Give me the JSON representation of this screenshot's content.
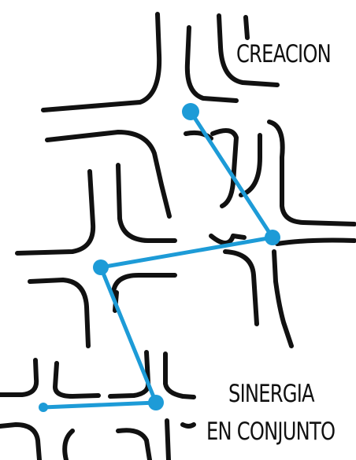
{
  "labels": {
    "top": "CREACION",
    "bottom_line1": "SINERGIA",
    "bottom_line2": "EN CONJUNTO"
  },
  "colors": {
    "ink": "#111111",
    "network": "#1d9bd7",
    "background": "#ffffff"
  }
}
